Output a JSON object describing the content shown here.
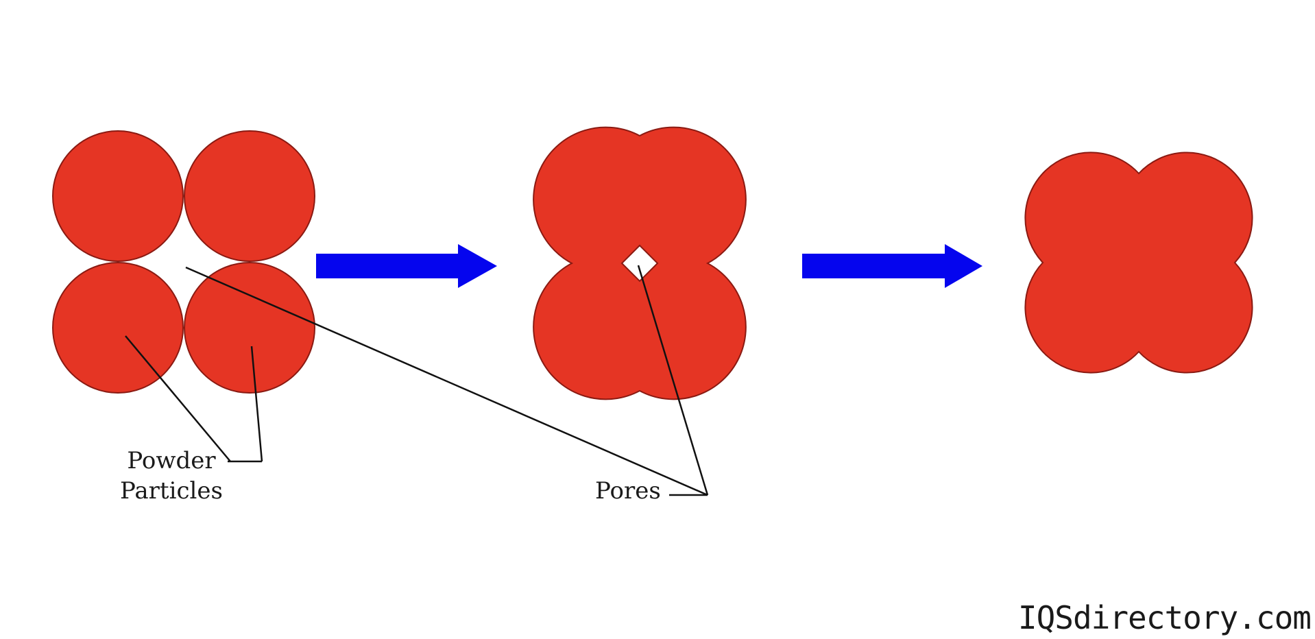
{
  "labels": {
    "powder_line1": "Powder",
    "powder_line2": "Particles",
    "pores": "Pores"
  },
  "watermark": "IQSdirectory.com",
  "colors": {
    "particle_fill": "#e53524",
    "particle_stroke": "#8a1a12",
    "arrow": "#0505ee",
    "leader_line": "#111111",
    "background": "#ffffff"
  },
  "stages": [
    {
      "name": "loose powder particles"
    },
    {
      "name": "necked particles with pore"
    },
    {
      "name": "fully sintered mass"
    }
  ]
}
